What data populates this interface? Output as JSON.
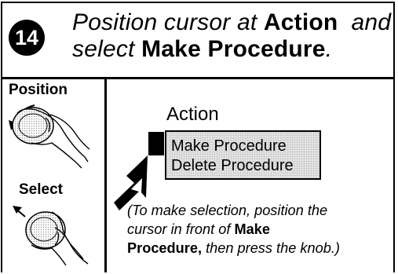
{
  "step": {
    "number": "14",
    "text_part1": "Position cursor at ",
    "action_word": "Action",
    "text_part2": "  and",
    "text_part3": "select ",
    "make_procedure": "Make Procedure",
    "period": "."
  },
  "controls": {
    "position_label": "Position",
    "select_label": "Select"
  },
  "menu": {
    "title": "Action",
    "items": [
      "Make Procedure",
      "Delete Procedure"
    ]
  },
  "note": {
    "line1": "(To make selection, position the",
    "line2_pre": "cursor in front of ",
    "line2_bold": "Make",
    "line3_bold": "Procedure,",
    "line3_post": " then press the knob.)"
  }
}
